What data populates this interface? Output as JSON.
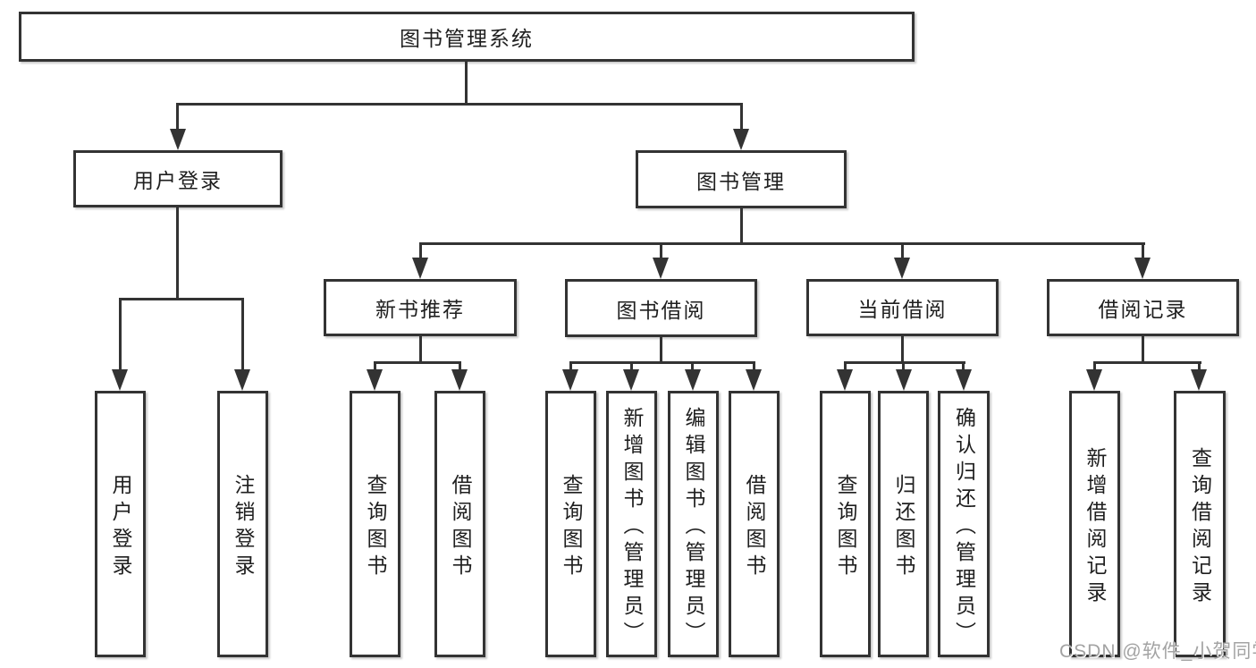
{
  "tree": {
    "root": {
      "label": "图书管理系统"
    },
    "level2": [
      {
        "label": "用户登录"
      },
      {
        "label": "图书管理"
      }
    ],
    "login_children": [
      {
        "label": "用户登录"
      },
      {
        "label": "注销登录"
      }
    ],
    "level3": [
      {
        "label": "新书推荐"
      },
      {
        "label": "图书借阅"
      },
      {
        "label": "当前借阅"
      },
      {
        "label": "借阅记录"
      }
    ],
    "new_book_children": [
      {
        "label": "查询图书"
      },
      {
        "label": "借阅图书"
      }
    ],
    "book_borrow_children": [
      {
        "label": "查询图书"
      },
      {
        "label": "新增图书（管理员）"
      },
      {
        "label": "编辑图书（管理员）"
      },
      {
        "label": "借阅图书"
      }
    ],
    "current_borrow_children": [
      {
        "label": "查询图书"
      },
      {
        "label": "归还图书"
      },
      {
        "label": "确认归还（管理员）"
      }
    ],
    "records_children": [
      {
        "label": "新增借阅记录"
      },
      {
        "label": "查询借阅记录"
      }
    ]
  },
  "watermark": "CSDN @软件_小贺同学",
  "colors": {
    "line": "#333333",
    "box_border": "#333333",
    "text": "#1f1f1f",
    "watermark": "#a3a3a3",
    "background": "#ffffff"
  }
}
